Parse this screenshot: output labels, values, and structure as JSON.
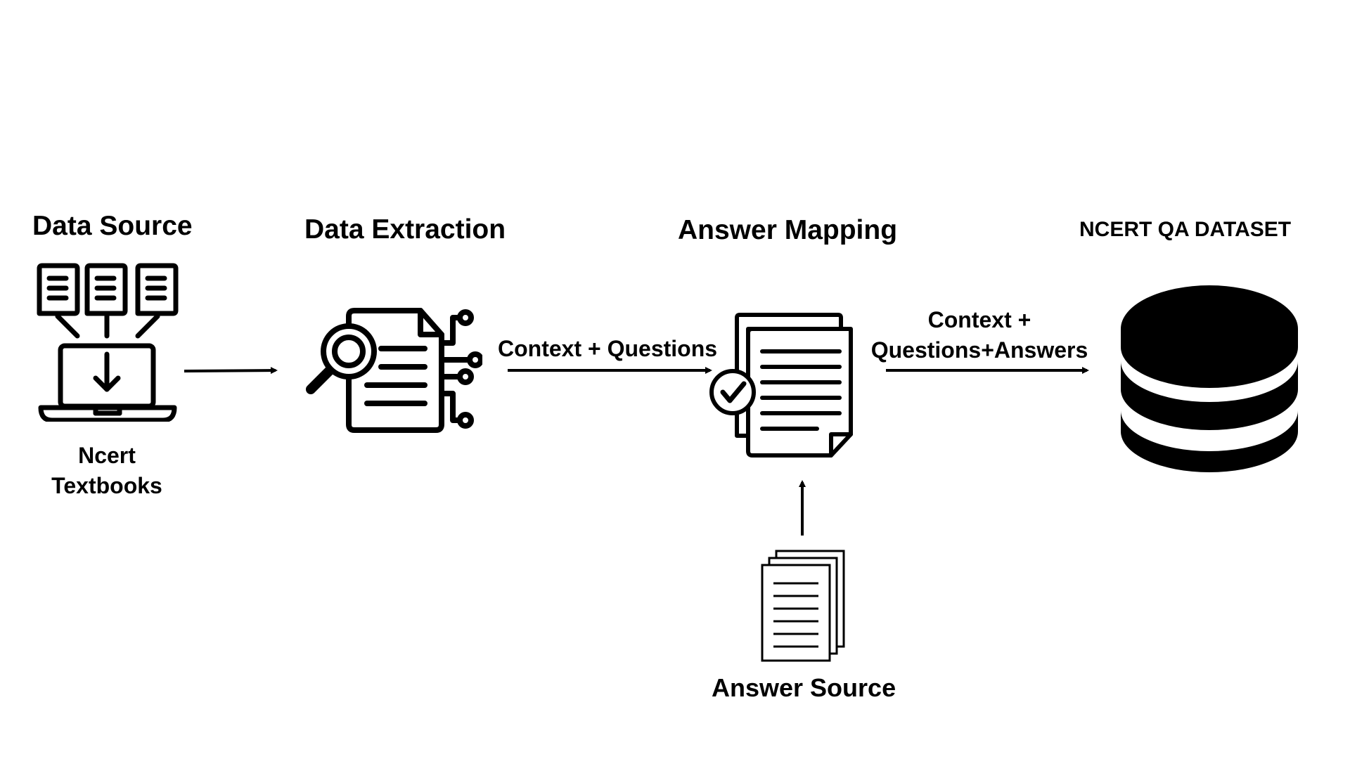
{
  "stages": {
    "data_source": {
      "title": "Data Source",
      "caption_line1": "Ncert",
      "caption_line2": "Textbooks"
    },
    "data_extraction": {
      "title": "Data Extraction"
    },
    "answer_mapping": {
      "title": "Answer Mapping"
    },
    "dataset": {
      "title": "NCERT QA DATASET"
    },
    "answer_source": {
      "caption": "Answer Source"
    }
  },
  "flows": {
    "extraction_to_mapping": "Context + Questions",
    "mapping_to_dataset_line1": "Context +",
    "mapping_to_dataset_line2": "Questions+Answers"
  },
  "icons": {
    "source": "laptop-download-icon",
    "extraction": "document-search-network-icon",
    "mapping": "document-check-icon",
    "answers": "paper-stack-icon",
    "dataset": "database-icon"
  },
  "colors": {
    "ink": "#000000",
    "background": "#ffffff"
  }
}
